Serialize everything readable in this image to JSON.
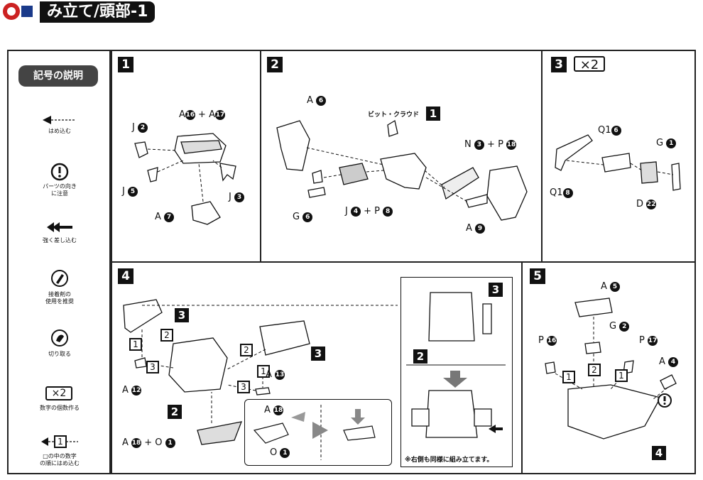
{
  "header": {
    "title": "み立て/頭部-1"
  },
  "legend": {
    "title": "記号の説明",
    "items": [
      {
        "icon": "insert-arrow-icon",
        "text": "はめ込む"
      },
      {
        "icon": "exclamation-icon",
        "text_l1": "パーツの向き",
        "text_l2": "に注意"
      },
      {
        "icon": "push-arrow-icon",
        "text": "強く差し込む"
      },
      {
        "icon": "glue-icon",
        "text_l1": "接着剤の",
        "text_l2": "使用を推奨"
      },
      {
        "icon": "cut-icon",
        "text": "切り取る"
      },
      {
        "icon": "multiply-icon",
        "symbol": "×2",
        "text": "数字の個数作る"
      },
      {
        "icon": "order-arrow-icon",
        "symbol": "1",
        "text_l1": "□の中の数字",
        "text_l2": "の順にはめ込む"
      }
    ]
  },
  "steps": {
    "s1": {
      "num": "1",
      "labels": {
        "a16_17": "A",
        "j2": "J",
        "j5": "J",
        "j3": "J",
        "a7": "A"
      }
    },
    "s2": {
      "num": "2",
      "bit_cloud": "ビット・クラウド",
      "ref": "1",
      "labels": {
        "a6": "A",
        "n3p18": "N",
        "plus": "+",
        "p": "P",
        "g6": "G",
        "j4p8": "J",
        "a9": "A"
      }
    },
    "s3": {
      "num": "3",
      "mult": "×2",
      "labels": {
        "q1_6": "Q1",
        "g1": "G",
        "q1_8": "Q1",
        "d22": "D"
      }
    },
    "s4": {
      "num": "4",
      "ref2": "2",
      "ref3a": "3",
      "ref3b": "3",
      "ref3c": "3",
      "ref2b": "2",
      "order": [
        "1",
        "2",
        "3"
      ],
      "labels": {
        "a12": "A",
        "a13": "A",
        "a18o1": "A",
        "o1": "O",
        "a18": "A",
        "plus": "+"
      },
      "note": "※右側も同様に組み立てます。"
    },
    "s5": {
      "num": "5",
      "ref4": "4",
      "labels": {
        "a5": "A",
        "g2": "G",
        "p16": "P",
        "p17": "P",
        "a4": "A"
      },
      "order": [
        "1",
        "2",
        "1"
      ]
    }
  },
  "numbers": {
    "n16": "16",
    "n17": "17",
    "n2": "2",
    "n5": "5",
    "n3": "3",
    "n7": "7",
    "n6": "6",
    "n18": "18",
    "n4": "4",
    "n8": "8",
    "n9": "9",
    "n1": "1",
    "n22": "22",
    "n12": "12",
    "n13": "13"
  }
}
